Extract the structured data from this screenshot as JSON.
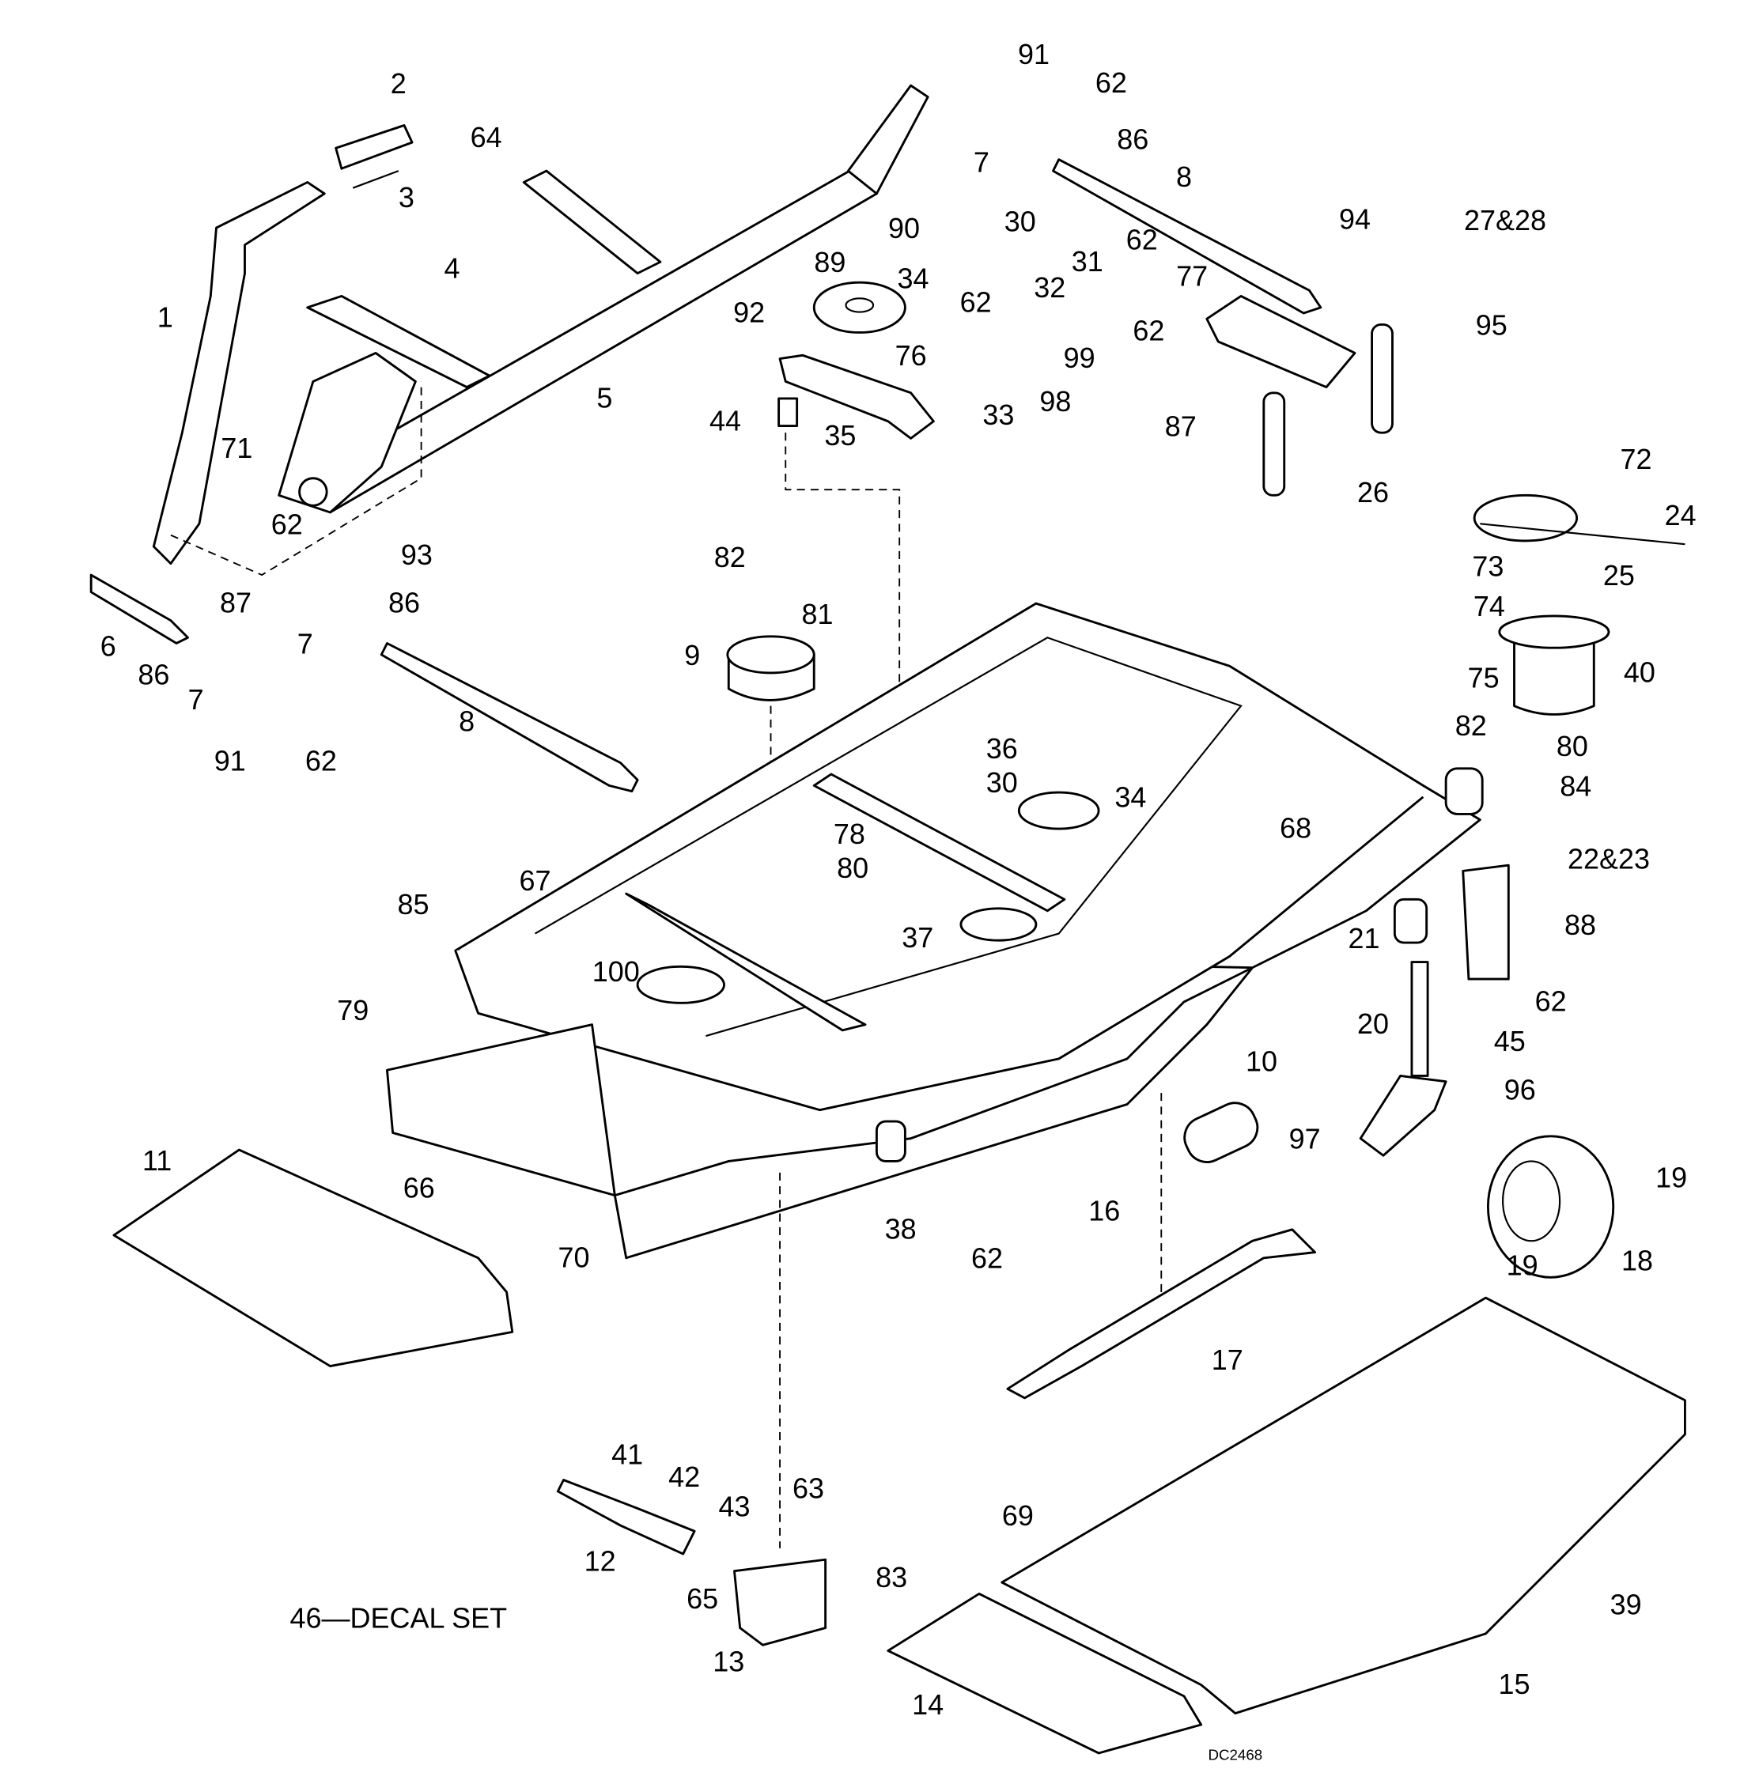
{
  "diagram": {
    "type": "exploded parts diagram",
    "callouts": [
      "2",
      "3",
      "64",
      "1",
      "4",
      "5",
      "71",
      "62",
      "93",
      "87",
      "86",
      "7",
      "6",
      "86",
      "7",
      "91",
      "62",
      "8",
      "91",
      "62",
      "7",
      "86",
      "8",
      "90",
      "89",
      "34",
      "30",
      "62",
      "31",
      "32",
      "77",
      "94",
      "27&28",
      "92",
      "62",
      "76",
      "99",
      "62",
      "95",
      "33",
      "98",
      "44",
      "35",
      "87",
      "26",
      "72",
      "24",
      "25",
      "73",
      "74",
      "82",
      "81",
      "9",
      "40",
      "75",
      "82",
      "80",
      "84",
      "36",
      "30",
      "34",
      "68",
      "78",
      "80",
      "67",
      "22&23",
      "85",
      "37",
      "88",
      "21",
      "100",
      "62",
      "20",
      "79",
      "45",
      "10",
      "96",
      "97",
      "19",
      "11",
      "66",
      "16",
      "38",
      "70",
      "62",
      "19",
      "18",
      "17",
      "41",
      "42",
      "63",
      "43",
      "69",
      "12",
      "83",
      "65",
      "39",
      "13",
      "15",
      "14"
    ],
    "decal_note": "46—DECAL SET",
    "drawing_number": "DC2468"
  }
}
